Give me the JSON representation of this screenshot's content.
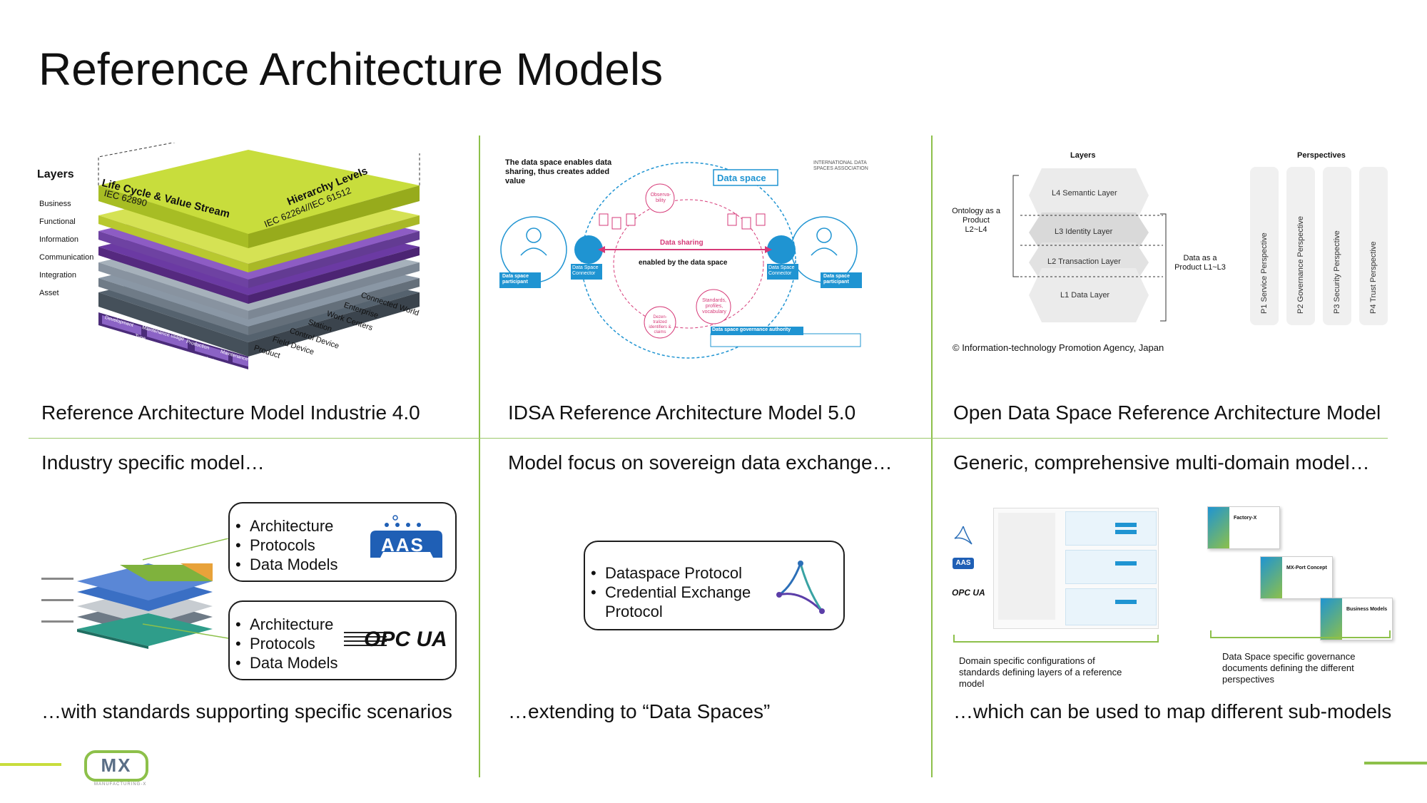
{
  "slide": {
    "title": "Reference Architecture Models"
  },
  "colors": {
    "accent": "#8dc04a",
    "rami_lime": "#c8dd3c",
    "rami_purple": "#7a46b0",
    "rami_grey": "#8a97a5",
    "idsa_blue": "#1f94d2",
    "idsa_pink": "#d63a78"
  },
  "col1": {
    "heading": "Reference Architecture Model Industrie 4.0",
    "subtitle": "Industry specific model…",
    "footer": "…with standards supporting specific scenarios",
    "rami": {
      "layers_title": "Layers",
      "layers": [
        "Business",
        "Functional",
        "Information",
        "Communication",
        "Integration",
        "Asset"
      ],
      "lifecycle_title": "Life Cycle & Value Stream",
      "lifecycle_std": "IEC 62890",
      "hierarchy_title": "Hierarchy Levels",
      "hierarchy_std": "IEC 62264//IEC 61512",
      "hierarchy": [
        "Connected World",
        "Enterprise",
        "Work Centers",
        "Station",
        "Control Device",
        "Field Device",
        "Product"
      ],
      "lifecycle_stages": [
        "Development",
        "Maintenance usage",
        "Production",
        "Maintenance usage"
      ],
      "lifecycle_groups": [
        "Type",
        "Instance"
      ]
    },
    "aas_box": {
      "items": [
        "Architecture",
        "Protocols",
        "Data Models"
      ],
      "logo": "AAS"
    },
    "opc_box": {
      "items": [
        "Architecture",
        "Protocols",
        "Data Models"
      ],
      "logo": "OPC UA"
    }
  },
  "col2": {
    "heading": "IDSA Reference Architecture Model 5.0",
    "subtitle": "Model focus on sovereign data exchange…",
    "footer": "…extending to “Data Spaces”",
    "idsa": {
      "intro": "The data space enables data sharing, thus creates added value",
      "data_space_label": "Data space",
      "org": "INTERNATIONAL DATA SPACES ASSOCIATION",
      "data_sharing": "Data sharing",
      "enabled_by": "enabled by the data space",
      "participant": "Data space participant",
      "connector": "Data Space Connector",
      "observability": "Observa-bility",
      "standards": "Standards, profiles, vocabulary",
      "identifiers": "Dezen-tralized identifiers & claims",
      "authority": "Data space governance authority"
    },
    "box": {
      "items": [
        "Dataspace Protocol",
        "Credential Exchange Protocol"
      ]
    }
  },
  "col3": {
    "heading": "Open Data Space Reference Architecture Model",
    "subtitle": "Generic, comprehensive multi-domain model…",
    "footer": "…which can be used to map different sub-models",
    "odsram": {
      "layers_title": "Layers",
      "perspectives_title": "Perspectives",
      "layers": [
        "L4 Semantic Layer",
        "L3 Identity Layer",
        "L2 Transaction Layer",
        "L1 Data Layer"
      ],
      "ontology": "Ontology as a Product L2~L4",
      "data_product": "Data as a Product L1~L3",
      "perspectives": [
        "P1 Service Perspective",
        "P2 Governance Perspective",
        "P3 Security Perspective",
        "P4 Trust Perspective"
      ],
      "copyright": "© Information-technology Promotion Agency, Japan"
    },
    "note_left": "Domain specific configurations of standards defining layers of a reference model",
    "note_right": "Data Space specific governance documents defining the different perspectives",
    "docs": [
      "Factory-X",
      "MX-Port Concept",
      "Business Models"
    ]
  },
  "footer": {
    "logo": "MX",
    "logo_sub": "MANUFACTURING-X"
  }
}
